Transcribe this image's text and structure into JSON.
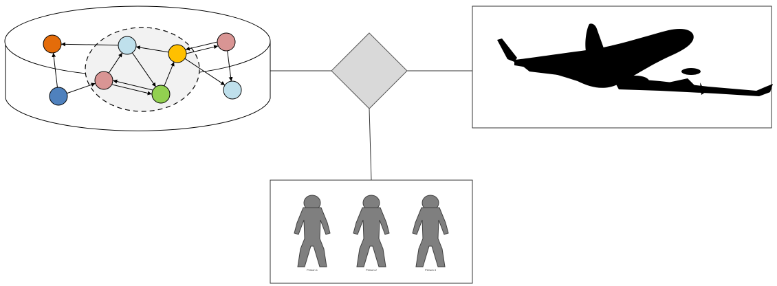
{
  "diagram": {
    "type": "star-connector",
    "hub": {
      "shape": "diamond",
      "fill": "#d9d9d9",
      "stroke": "#555555"
    },
    "graph_database": {
      "shape": "cylinder",
      "cluster": {
        "style": "dashed-ellipse",
        "fill": "#f2f2f2"
      },
      "nodes": [
        {
          "id": "orange",
          "color": "#e46c0a"
        },
        {
          "id": "blue-tl",
          "color": "#bfe0ec"
        },
        {
          "id": "yellow",
          "color": "#ffc000"
        },
        {
          "id": "pink-tr",
          "color": "#d99594"
        },
        {
          "id": "pink-m",
          "color": "#d99594"
        },
        {
          "id": "navy",
          "color": "#4f81bd"
        },
        {
          "id": "green",
          "color": "#92d050"
        },
        {
          "id": "blue-r",
          "color": "#bfe0ec"
        }
      ],
      "edges": [
        [
          "blue-tl",
          "orange"
        ],
        [
          "navy",
          "orange"
        ],
        [
          "yellow",
          "blue-tl"
        ],
        [
          "pink-m",
          "blue-tl"
        ],
        [
          "blue-tl",
          "green"
        ],
        [
          "navy",
          "pink-m"
        ],
        [
          "pink-m",
          "green"
        ],
        [
          "green",
          "pink-m"
        ],
        [
          "green",
          "yellow"
        ],
        [
          "yellow",
          "pink-tr"
        ],
        [
          "pink-tr",
          "yellow"
        ],
        [
          "yellow",
          "blue-r"
        ],
        [
          "pink-tr",
          "blue-r"
        ]
      ]
    },
    "airplane_panel": {
      "icon": "airplane-icon",
      "fill": "#000000"
    },
    "people_panel": {
      "icon": "person-icon",
      "fill": "#7f7f7f",
      "people": [
        {
          "label": "Person 1"
        },
        {
          "label": "Person 2"
        },
        {
          "label": "Person 3"
        }
      ]
    }
  }
}
